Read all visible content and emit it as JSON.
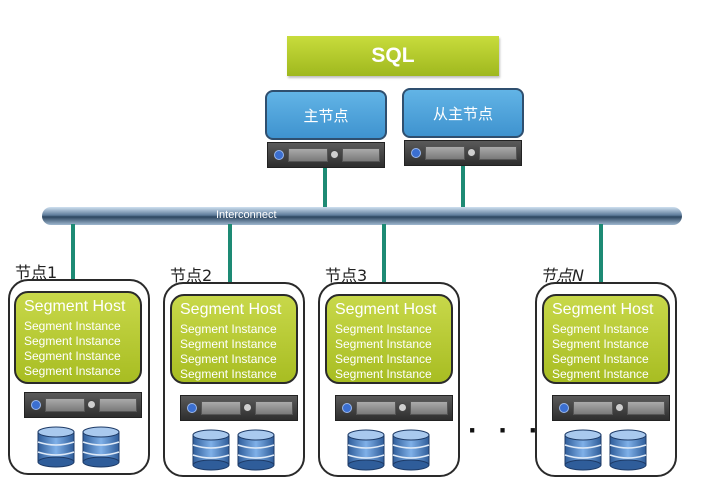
{
  "sql_label": "SQL",
  "master_nodes": [
    {
      "label": "主节点"
    },
    {
      "label": "从主节点"
    }
  ],
  "interconnect_label": "Interconnect",
  "segment_nodes": [
    {
      "label": "节点1",
      "host_title": "Segment Host",
      "instances": [
        "Segment Instance",
        "Segment Instance",
        "Segment Instance",
        "Segment Instance"
      ]
    },
    {
      "label": "节点2",
      "host_title": "Segment Host",
      "instances": [
        "Segment Instance",
        "Segment Instance",
        "Segment Instance",
        "Segment Instance"
      ]
    },
    {
      "label": "节点3",
      "host_title": "Segment Host",
      "instances": [
        "Segment Instance",
        "Segment Instance",
        "Segment Instance",
        "Segment Instance"
      ]
    },
    {
      "label": "节点N",
      "host_title": "Segment Host",
      "instances": [
        "Segment Instance",
        "Segment Instance",
        "Segment Instance",
        "Segment Instance"
      ]
    }
  ],
  "ellipsis": "· · ·",
  "colors": {
    "sql": "#b5cc2a",
    "master": "#4fa3dc",
    "link": "#1d8a74",
    "segment": "#b6ca32"
  },
  "icons": {
    "server": "server-icon",
    "database": "database-icon"
  }
}
